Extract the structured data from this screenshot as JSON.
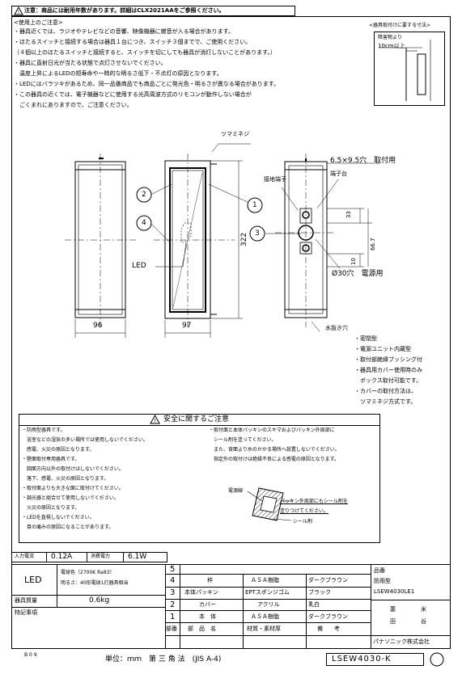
{
  "top_notice": "注意：商品には耐用年数があります。詳細はCLX2021AAをご参照ください。",
  "usage": {
    "title": "<使用上のご注意>",
    "lines": [
      "・器具近くでは、ラジオやテレビなどの音響、映像機器に雑音が入る場合があります。",
      "・ほたるスイッチと接続する場合は器具１台につき、スイッチ３個までで、ご使用ください。",
      "（４個以上のほたるスイッチと接続すると、スイッチを切にしても器具が消灯しないことがあります。）",
      "・器具に直射日光が当たる状態で点灯させないでください。",
      "　温度上昇によるLEDの短寿命や一時的な明るさ低下・不点灯の原因となります。",
      "・LEDにはバラツキがあるため、同一品番商品でも商品ごとに発光色・明るさが異なる場合があります。",
      "・この器具の近くでは、電子機器などに使用する光高周波方式のリモコンが動作しない場合が",
      "　ごくまれにありますので、ご注意ください。"
    ]
  },
  "install_dim": {
    "title": "<器具取付けに要する寸法>",
    "label1": "障害物より",
    "label2": "10cm以上"
  },
  "drawing": {
    "tsumami": "ツマミネジ",
    "led": "LED",
    "dim_96": "96",
    "dim_97": "97",
    "dim_322": "322",
    "dim_33": "33",
    "dim_66_7": "66.7",
    "dim_10": "10",
    "mount_hole": "6.5×9.5穴　取付用",
    "ground_terminal": "接地端子",
    "terminal_block": "端子台",
    "power_hole": "Ø30穴　電源用",
    "drain_hole": "水抜き穴",
    "callouts": [
      "1",
      "2",
      "3",
      "4"
    ]
  },
  "features": [
    "・密閉型",
    "・電源ユニット内蔵型",
    "・取付部絶縁ブッシング付",
    "・器具用カバー使用時のみ",
    "　ボックス取付可能です。",
    "・カバーの取付方法は、",
    "　ツマミネジ方式です。"
  ],
  "safety": {
    "title": "安全に関するご注意",
    "left": [
      "・防雨型器具です。",
      "　浴室などの湿気の多い場所では使用しないでください。",
      "　感電、火災の原因となります。",
      "・壁面取付専用器具です。",
      "　図面方向以外の取付けはしないでください。",
      "　落下、感電、火災の原因となります。",
      "・取付面よりも大きな面に取付けてください。",
      "・調光器と組合せて使用しないでください。",
      "　火災の原因となります。",
      "・LEDを直視しないでください。",
      "　目の痛みの原因になることがあります。"
    ],
    "right": [
      "・取付面と本体パッキンのスキマおよびパッキン外周部に",
      "　シール剤を塗ってください。",
      "　また、背面より水のかかる場所へ設置しないでください。",
      "　指定外の取付けは絶縁不良による感電の原因となります。"
    ],
    "fig_label1": "電源線",
    "fig_label2": "パッキン外周部にもシール剤を",
    "fig_label3": "塗りつけてください。",
    "fig_label4": "シール剤"
  },
  "spec": {
    "input_current_label": "入力電流",
    "input_current": "0.12A",
    "power_label": "消費電力",
    "power": "6.1W",
    "led_label": "LED",
    "led_desc1": "電球色（2700K Ra83）",
    "led_desc2": "明るさ：40形電球1灯器具相当",
    "mass_label": "器具質量",
    "mass": "0.6kg",
    "notes_label": "特記事項"
  },
  "parts": [
    {
      "no": "5",
      "name": "",
      "material": "",
      "note": ""
    },
    {
      "no": "4",
      "name": "枠",
      "material": "ＡＳＡ樹脂",
      "note": "ダークブラウン"
    },
    {
      "no": "3",
      "name": "本体パッキン",
      "material": "EPTスポンジゴム",
      "note": "ブラック"
    },
    {
      "no": "2",
      "name": "カバー",
      "material": "アクリル",
      "note": "乳白"
    },
    {
      "no": "1",
      "name": "本　体",
      "material": "ＡＳＡ樹脂",
      "note": "ダークブラウン"
    }
  ],
  "parts_header": {
    "no": "部番",
    "name": "部　品　名",
    "material": "材質・素材厚",
    "note": "備　　考"
  },
  "product": {
    "label": "品番",
    "type": "防雨型",
    "code": "LSEW4030LE1",
    "sign1": "薗",
    "sign2": "米",
    "sign3": "田",
    "sign4": "谷",
    "company": "パナソニック株式会社"
  },
  "footer": {
    "page": "B 0 9",
    "unit": "単位：ｍｍ　第 三 角 法　(JIS A-4)",
    "drawing_no": "LSEW4030-K"
  }
}
